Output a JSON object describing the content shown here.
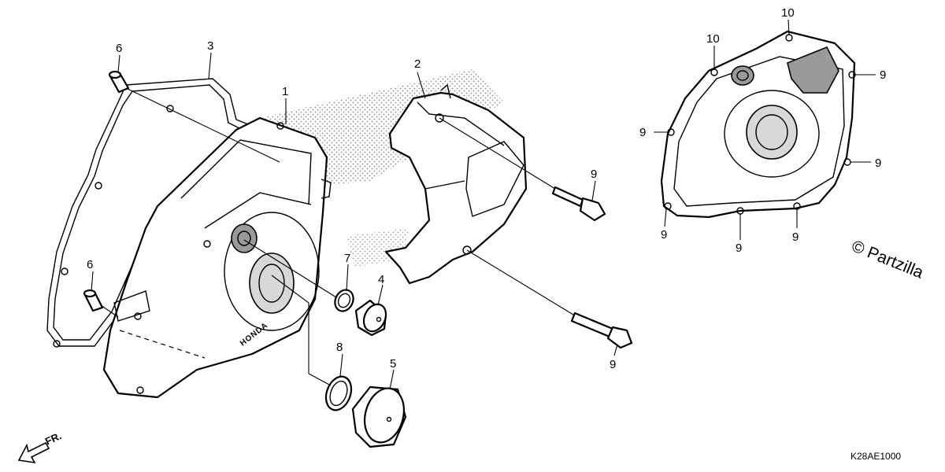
{
  "callouts": {
    "c1": "1",
    "c2": "2",
    "c3": "3",
    "c4": "4",
    "c5": "5",
    "c6a": "6",
    "c6b": "6",
    "c7": "7",
    "c8": "8",
    "c9a": "9",
    "c9b": "9",
    "c9c": "9",
    "c9d": "9",
    "c9e": "9",
    "c9f": "9",
    "c9g": "9",
    "c9h": "9",
    "c10a": "10",
    "c10b": "10"
  },
  "cover_logo": "HONDA",
  "direction_label": "FR.",
  "watermark": "© Partzilla",
  "diagram_code": "K28AE1000"
}
